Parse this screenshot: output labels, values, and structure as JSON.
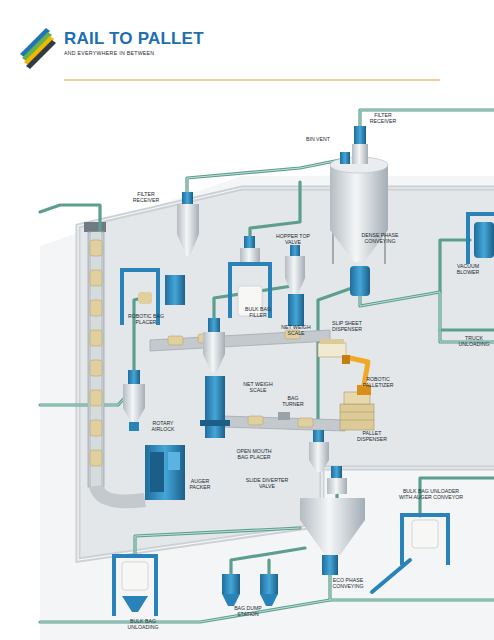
{
  "diagram": {
    "title": "RAIL TO PALLET",
    "labels": [
      "AND EVERYWHERE IN BETWEEN",
      "FILTER RECEIVER",
      "BIN VENT",
      "FILTER RECEIVER",
      "HOPPER TOP VALVE",
      "DENSE PHASE CONVEYING",
      "VACUUM BLOWER",
      "BULK BAG FILLER",
      "SLIP SHEET DISPENSER",
      "ROBOTIC BAG PLACER",
      "NET WEIGH SCALE",
      "TRUCK UNLOADING",
      "ROBOTIC PALLETIZER",
      "NET WEIGH SCALE",
      "BAG TURNER",
      "ROTARY AIRLOCK",
      "PALLET DISPENSER",
      "OPEN MOUTH BAG PLACER",
      "AUGER PACKER",
      "SLIDE DIVERTER VALVE",
      "BULK BAG UNLOADER WITH AUGER CONVEYOR",
      "ECO PHASE CONVEYING",
      "BAG DUMP STATION",
      "BULK BAG UNLOADING"
    ]
  }
}
